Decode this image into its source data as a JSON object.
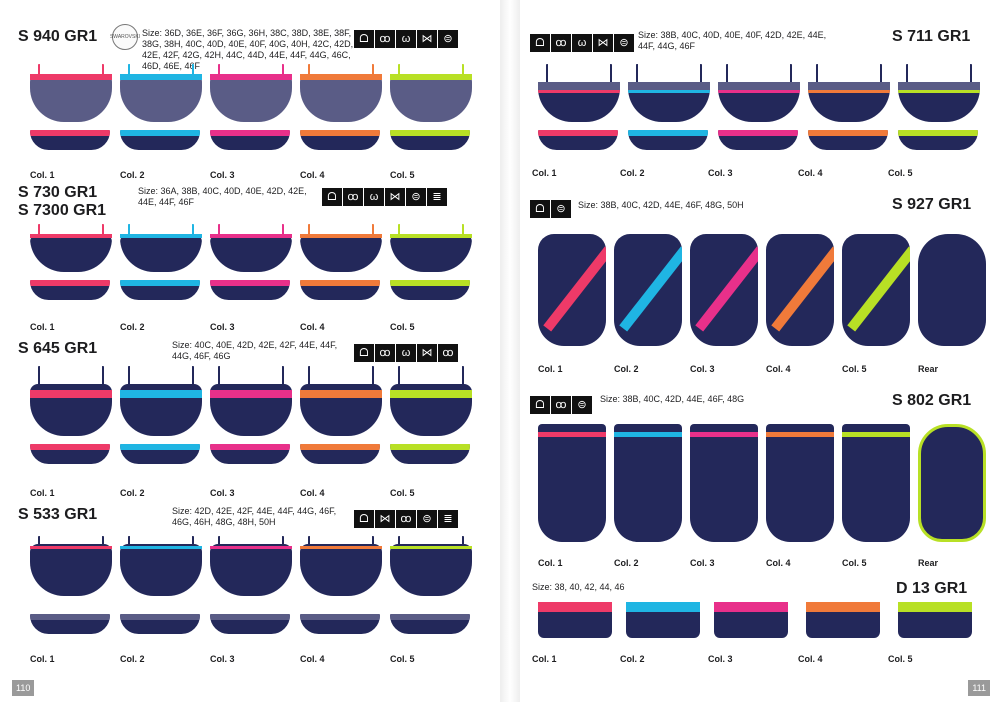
{
  "left_page": {
    "page_number": "110",
    "logo_text": "SWAROVSKI",
    "sections": [
      {
        "title": "S 940 GR1",
        "size": "Size: 36D, 36E, 36F, 36G, 36H, 38C, 38D, 38E, 38F, 38G, 38H, 40C, 40D, 40E, 40F, 40G, 40H, 42C, 42D, 42E, 42F, 42G, 42H, 44C, 44D, 44E, 44F, 44G, 46C, 46D, 46E, 46F",
        "icons": [
          "wire-cup-icon",
          "padded-cup-icon",
          "underwire-icon",
          "bow-icon",
          "adjustable-strap-icon"
        ],
        "colors": [
          "Col. 1",
          "Col. 2",
          "Col. 3",
          "Col. 4",
          "Col. 5"
        ]
      },
      {
        "title": "S 730 GR1",
        "title2": "S 7300 GR1",
        "size": "Size: 36A, 38B, 40C, 40D, 40E, 42D, 42E, 44E, 44F, 46F",
        "icons": [
          "wire-cup-icon",
          "padded-cup-icon",
          "underwire-icon",
          "bow-icon",
          "adjustable-strap-icon",
          "detachable-strap-icon"
        ],
        "colors": [
          "Col. 1",
          "Col. 2",
          "Col. 3",
          "Col. 4",
          "Col. 5"
        ]
      },
      {
        "title": "S 645 GR1",
        "size": "Size: 40C, 40E, 42D, 42E, 42F, 44E, 44F, 44G, 46F, 46G",
        "icons": [
          "wire-cup-icon",
          "padded-cup-icon",
          "underwire-icon",
          "bow-icon",
          "halter-icon"
        ],
        "colors": [
          "Col. 1",
          "Col. 2",
          "Col. 3",
          "Col. 4",
          "Col. 5"
        ]
      },
      {
        "title": "S 533 GR1",
        "size": "Size: 42D, 42E, 42F, 44E, 44F, 44G, 46F, 46G, 46H, 48G, 48H, 50H",
        "icons": [
          "wire-cup-icon",
          "bow-icon",
          "halter-icon",
          "adjustable-strap-icon",
          "detachable-strap-icon"
        ],
        "colors": [
          "Col. 1",
          "Col. 2",
          "Col. 3",
          "Col. 4",
          "Col. 5"
        ]
      }
    ]
  },
  "right_page": {
    "page_number": "111",
    "sections": [
      {
        "title": "S 711 GR1",
        "size": "Size: 38B, 40C, 40D, 40E, 40F, 42D, 42E, 44E, 44F, 44G, 46F",
        "icons": [
          "wire-cup-icon",
          "padded-cup-icon",
          "underwire-icon",
          "bow-icon",
          "adjustable-strap-icon"
        ],
        "colors": [
          "Col. 1",
          "Col. 2",
          "Col. 3",
          "Col. 4",
          "Col. 5"
        ]
      },
      {
        "title": "S 927 GR1",
        "size": "Size: 38B, 40C, 42D, 44E, 46F, 48G, 50H",
        "icons": [
          "wire-cup-icon",
          "adjustable-strap-icon"
        ],
        "colors": [
          "Col. 1",
          "Col. 2",
          "Col. 3",
          "Col. 4",
          "Col. 5",
          "Rear"
        ]
      },
      {
        "title": "S 802 GR1",
        "size": "Size: 38B, 40C, 42D, 44E, 46F, 48G",
        "icons": [
          "wire-cup-icon",
          "padded-cup-icon",
          "adjustable-strap-icon"
        ],
        "colors": [
          "Col. 1",
          "Col. 2",
          "Col. 3",
          "Col. 4",
          "Col. 5",
          "Rear"
        ]
      },
      {
        "title": "D 13 GR1",
        "size": "Size: 38, 40, 42, 44, 46",
        "colors": [
          "Col. 1",
          "Col. 2",
          "Col. 3",
          "Col. 4",
          "Col. 5"
        ]
      }
    ]
  },
  "palette": {
    "navy": "#23285a",
    "accents": [
      "#ee3a68",
      "#1fb5e3",
      "#e8308a",
      "#f07a3a",
      "#b8e025"
    ]
  }
}
